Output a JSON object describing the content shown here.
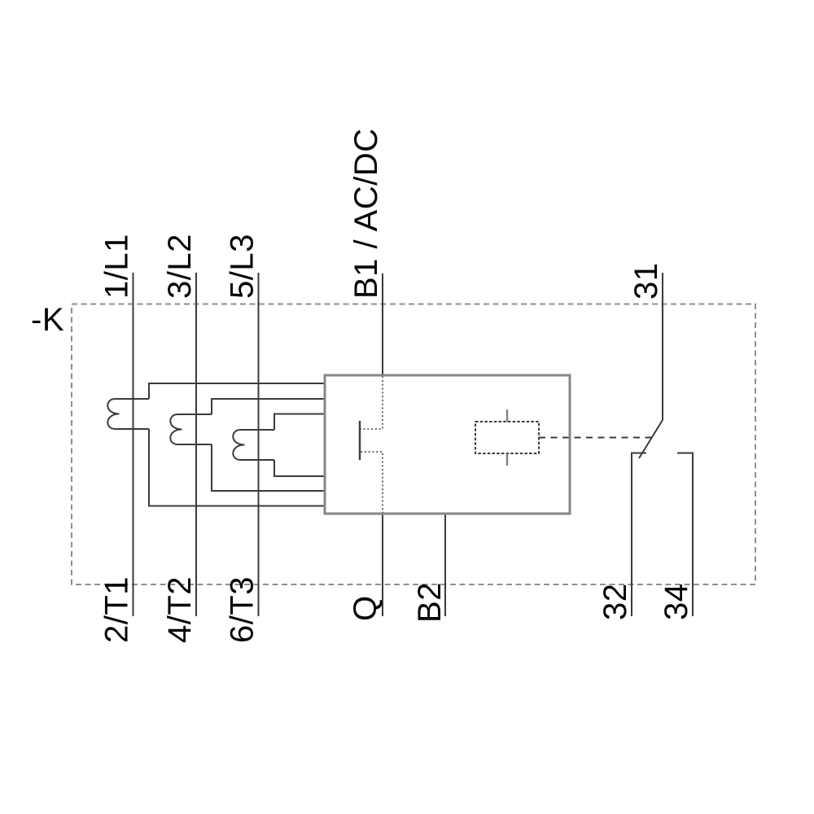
{
  "diagram": {
    "device_tag": "-K",
    "terminals": {
      "l1": "1/L1",
      "l2": "3/L2",
      "l3": "5/L3",
      "b1": "B1 / AC/DC",
      "aux_common": "31",
      "t1": "2/T1",
      "t2": "4/T2",
      "t3": "6/T3",
      "q": "Q",
      "b2": "B2",
      "aux_nc": "32",
      "aux_no": "34"
    },
    "colors": {
      "background": "#ffffff",
      "line": "#3b3b3b",
      "frame_dash": "#8f8f8f",
      "device_box": "#868686",
      "inner_dotted": "#757575",
      "coil_stub": "#808080",
      "text": "#050505"
    }
  }
}
